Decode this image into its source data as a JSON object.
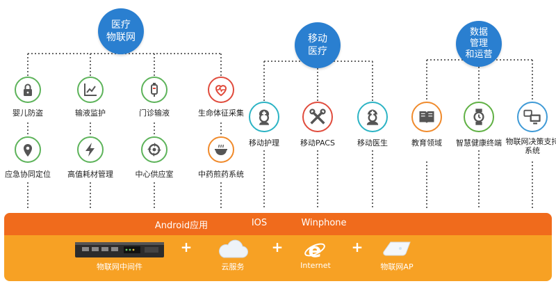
{
  "hubs": {
    "iot": {
      "line1": "医疗",
      "line2": "物联网"
    },
    "mobile": {
      "line1": "移动",
      "line2": "医疗"
    },
    "data": {
      "line1": "数据",
      "line2": "管理",
      "line3": "和运营"
    }
  },
  "iot_items": {
    "infant": "婴儿防盗",
    "infusion": "输液监护",
    "clinic": "门诊输液",
    "vital": "生命体征采集",
    "locate": "应急协同定位",
    "consumable": "高值耗材管理",
    "supply": "中心供应室",
    "herb": "中药煎药系统"
  },
  "mobile_items": {
    "nursing": "移动护理",
    "pacs": "移动PACS",
    "doctor": "移动医生"
  },
  "data_items": {
    "edu": "教育领域",
    "health": "智慧健康终端",
    "decision": "物联网决策支持系统"
  },
  "platforms": {
    "android": "Android应用",
    "ios": "IOS",
    "winphone": "Winphone"
  },
  "base": {
    "middleware": "物联网中间件",
    "cloud": "云服务",
    "internet": "Internet",
    "ap": "物联网AP",
    "plus": "+"
  },
  "colors": {
    "hub": "#2a7fd0",
    "band_top": "#f06b1c",
    "band_bottom": "#f7a124"
  }
}
